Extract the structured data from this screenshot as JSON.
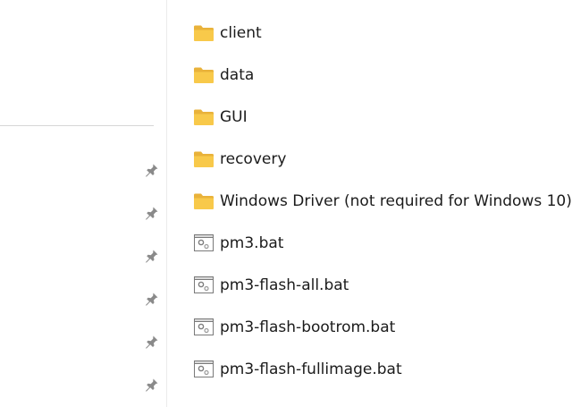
{
  "navigation": {
    "pinned_items": [
      {
        "icon": "pin-icon"
      },
      {
        "icon": "pin-icon"
      },
      {
        "icon": "pin-icon"
      },
      {
        "icon": "pin-icon"
      },
      {
        "icon": "pin-icon"
      },
      {
        "icon": "pin-icon"
      }
    ]
  },
  "files": [
    {
      "name": "client",
      "icon": "folder-icon",
      "type": "folder"
    },
    {
      "name": "data",
      "icon": "folder-icon",
      "type": "folder"
    },
    {
      "name": "GUI",
      "icon": "folder-icon",
      "type": "folder"
    },
    {
      "name": "recovery",
      "icon": "folder-icon",
      "type": "folder"
    },
    {
      "name": "Windows Driver (not required for Windows 10)",
      "icon": "folder-icon",
      "type": "folder"
    },
    {
      "name": "pm3.bat",
      "icon": "batch-file-icon",
      "type": "file"
    },
    {
      "name": "pm3-flash-all.bat",
      "icon": "batch-file-icon",
      "type": "file"
    },
    {
      "name": "pm3-flash-bootrom.bat",
      "icon": "batch-file-icon",
      "type": "file"
    },
    {
      "name": "pm3-flash-fullimage.bat",
      "icon": "batch-file-icon",
      "type": "file"
    }
  ],
  "colors": {
    "folder": "#f8c94a",
    "folder_dark": "#e9b23a",
    "pin": "#8a8a8a"
  }
}
